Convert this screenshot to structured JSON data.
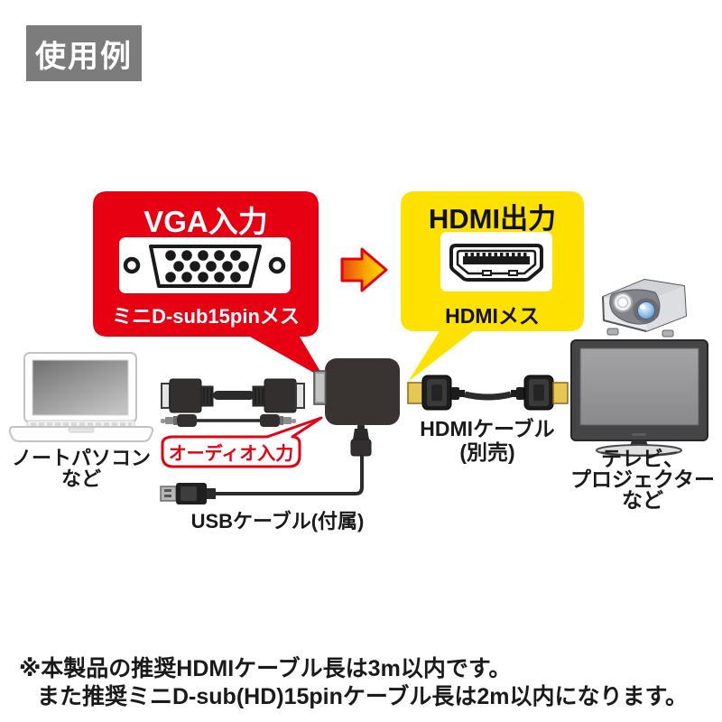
{
  "title_badge": {
    "label": "使用例"
  },
  "vga_callout": {
    "title": "VGA入力",
    "subtitle": "ミニD-sub15pinメス",
    "bg_color": "#e60012",
    "text_color": "#ffffff"
  },
  "hdmi_callout": {
    "title": "HDMI出力",
    "subtitle": "HDMIメス",
    "bg_color": "#ffe100",
    "text_color": "#1a1a1a"
  },
  "audio_callout": {
    "label": "オーディオ入力",
    "accent_color": "#e60012"
  },
  "laptop": {
    "label_line1": "ノートパソコン",
    "label_line2": "など"
  },
  "usb_cable": {
    "label": "USBケーブル(付属)"
  },
  "hdmi_cable": {
    "label_line1": "HDMIケーブル",
    "label_line2": "(別売)"
  },
  "display_device": {
    "label_line1": "テレビ、",
    "label_line2": "プロジェクター",
    "label_line3": "など"
  },
  "footnote": {
    "line1": "※本製品の推奨HDMIケーブル長は3m以内です。",
    "line2": "また推奨ミニD-sub(HD)15pinケーブル長は2m以内になります。"
  }
}
